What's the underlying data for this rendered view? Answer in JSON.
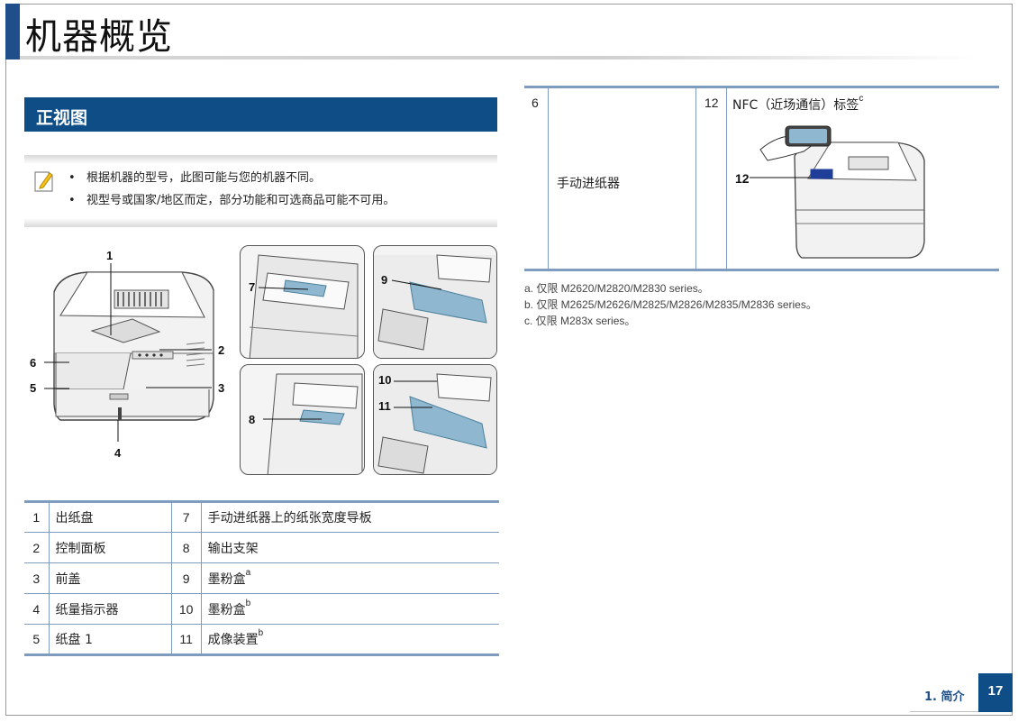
{
  "page": {
    "title": "机器概览",
    "section_title": "正视图",
    "notes": [
      "根据机器的型号，此图可能与您的机器不同。",
      "视型号或国家/地区而定，部分功能和可选商品可能不可用。"
    ],
    "callouts_main": [
      "1",
      "2",
      "3",
      "4",
      "5",
      "6"
    ],
    "callouts_detail": [
      "7",
      "8",
      "9",
      "10",
      "11"
    ]
  },
  "parts_table": [
    {
      "n1": "1",
      "l1": "出纸盘",
      "s1": "",
      "n2": "7",
      "l2": "手动进纸器上的纸张宽度导板",
      "s2": ""
    },
    {
      "n1": "2",
      "l1": "控制面板",
      "s1": "",
      "n2": "8",
      "l2": "输出支架",
      "s2": ""
    },
    {
      "n1": "3",
      "l1": "前盖",
      "s1": "",
      "n2": "9",
      "l2": "墨粉盒",
      "s2": "a"
    },
    {
      "n1": "4",
      "l1": "纸量指示器",
      "s1": "",
      "n2": "10",
      "l2": "墨粉盒",
      "s2": "b"
    },
    {
      "n1": "5",
      "l1": "纸盘 1",
      "s1": "",
      "n2": "11",
      "l2": "成像装置",
      "s2": "b"
    }
  ],
  "right_table": {
    "n1": "6",
    "l1": "手动进纸器",
    "n2": "12",
    "l2": "NFC（近场通信）标签",
    "s2": "c",
    "callout": "12"
  },
  "footnotes": [
    "a. 仅限 M2620/M2820/M2830 series。",
    "b. 仅限 M2625/M2626/M2825/M2826/M2835/M2836 series。",
    "c. 仅限 M283x series。"
  ],
  "footer": {
    "chapter": "1. 简介",
    "page_number": "17"
  },
  "colors": {
    "accent": "#0f4d87",
    "table_rule": "#7f9cbf",
    "highlight": "#8fb8d0"
  }
}
